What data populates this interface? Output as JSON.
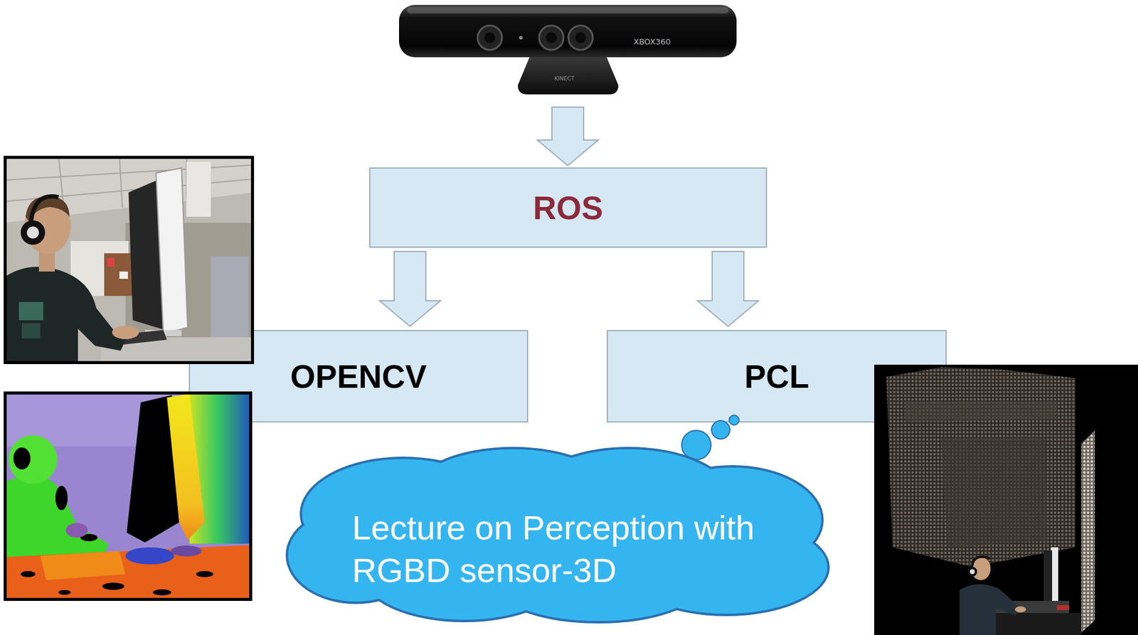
{
  "diagram": {
    "nodes": [
      {
        "text": [
          "ROS"
        ]
      },
      {
        "text": [
          "OPENCV"
        ]
      },
      {
        "text": [
          "PCL"
        ]
      },
      {
        "text": [
          "Lecture on Perception with RGBD sensor-3D"
        ]
      }
    ],
    "edges": [
      {
        "from": 0,
        "to": 1,
        "arrow": "to"
      },
      {
        "from": 0,
        "to": 2,
        "arrow": "to"
      }
    ],
    "labels": [
      "XBOX360",
      "KINECT"
    ]
  }
}
